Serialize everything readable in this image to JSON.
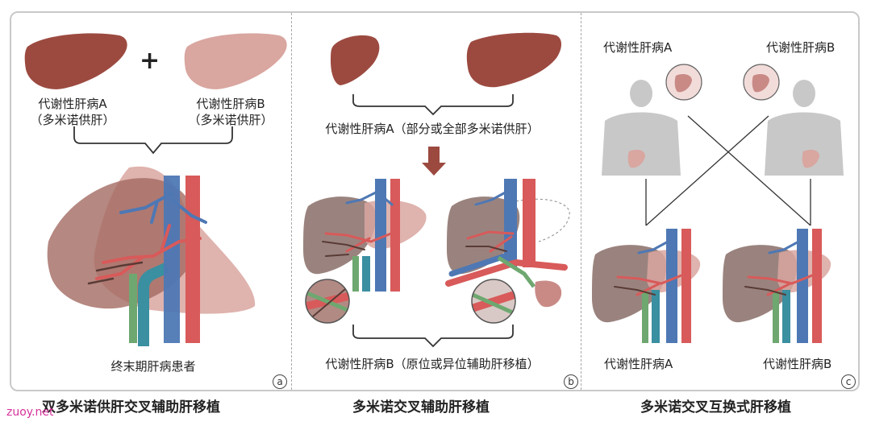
{
  "panels": [
    {
      "id": "a",
      "badge": "a",
      "caption": "双多米诺供肝交叉辅助肝移植",
      "donor_a": "代谢性肝病A",
      "donor_a_sub": "（多米诺供肝）",
      "donor_b": "代谢性肝病B",
      "donor_b_sub": "（多米诺供肝）",
      "plus": "+",
      "recipient": "终末期肝病患者"
    },
    {
      "id": "b",
      "badge": "b",
      "caption": "多米诺交叉辅助肝移植",
      "donor": "代谢性肝病A（部分或全部多米诺供肝）",
      "recipient": "代谢性肝病B（原位或异位辅助肝移植）"
    },
    {
      "id": "c",
      "badge": "c",
      "caption": "多米诺交叉互换式肝移植",
      "patient_a_top": "代谢性肝病A",
      "patient_b_top": "代谢性肝病B",
      "patient_a_bottom": "代谢性肝病A",
      "patient_b_bottom": "代谢性肝病B"
    }
  ],
  "watermark": "zuoy.net",
  "colors": {
    "liver_dark": "#9c4a40",
    "liver_light": "#d9a6a0",
    "liver_brown": "#8f7670",
    "vein_blue": "#4e78b4",
    "artery_red": "#d85a5a",
    "portal_teal": "#3a8fa0",
    "bile_green": "#6ea870",
    "body_grey": "#c8c8c8",
    "frame_grey": "#c9c9c9"
  }
}
